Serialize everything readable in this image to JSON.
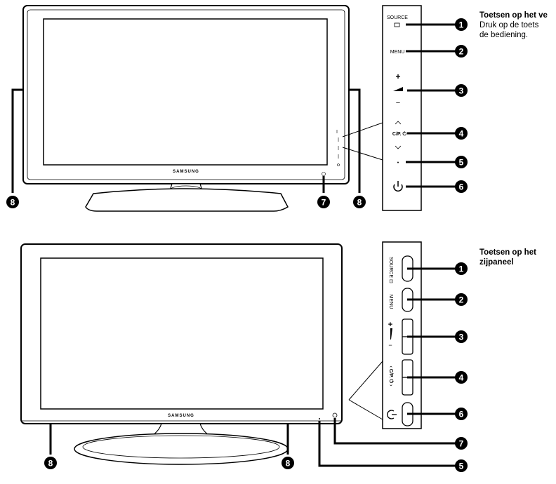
{
  "brand": "SAMSUNG",
  "top_section": {
    "heading": "Toetsen op het ve",
    "body_line1": "Druk op de toets",
    "body_line2": "de bediening.",
    "panel_labels": {
      "source": "SOURCE",
      "menu": "MENU",
      "plus": "+",
      "minus": "−",
      "up": "︿",
      "chpower": "C/P. ⏻",
      "down": "﹀",
      "dot": "•",
      "power": "⏻"
    },
    "callouts": [
      "1",
      "2",
      "3",
      "4",
      "5",
      "6"
    ],
    "side_callouts": [
      "8",
      "8",
      "7"
    ]
  },
  "bottom_section": {
    "heading_line1": "Toetsen op het",
    "heading_line2": "zijpaneel",
    "panel_labels": {
      "source": "SOURCE ⊡",
      "menu": "MENU",
      "plus": "+",
      "minus": "−",
      "chpower": "‹ C/P. ⏻ ›",
      "power": "⏻"
    },
    "callouts": [
      "1",
      "2",
      "3",
      "4",
      "6",
      "7",
      "5"
    ],
    "side_callouts": [
      "8",
      "8"
    ]
  }
}
